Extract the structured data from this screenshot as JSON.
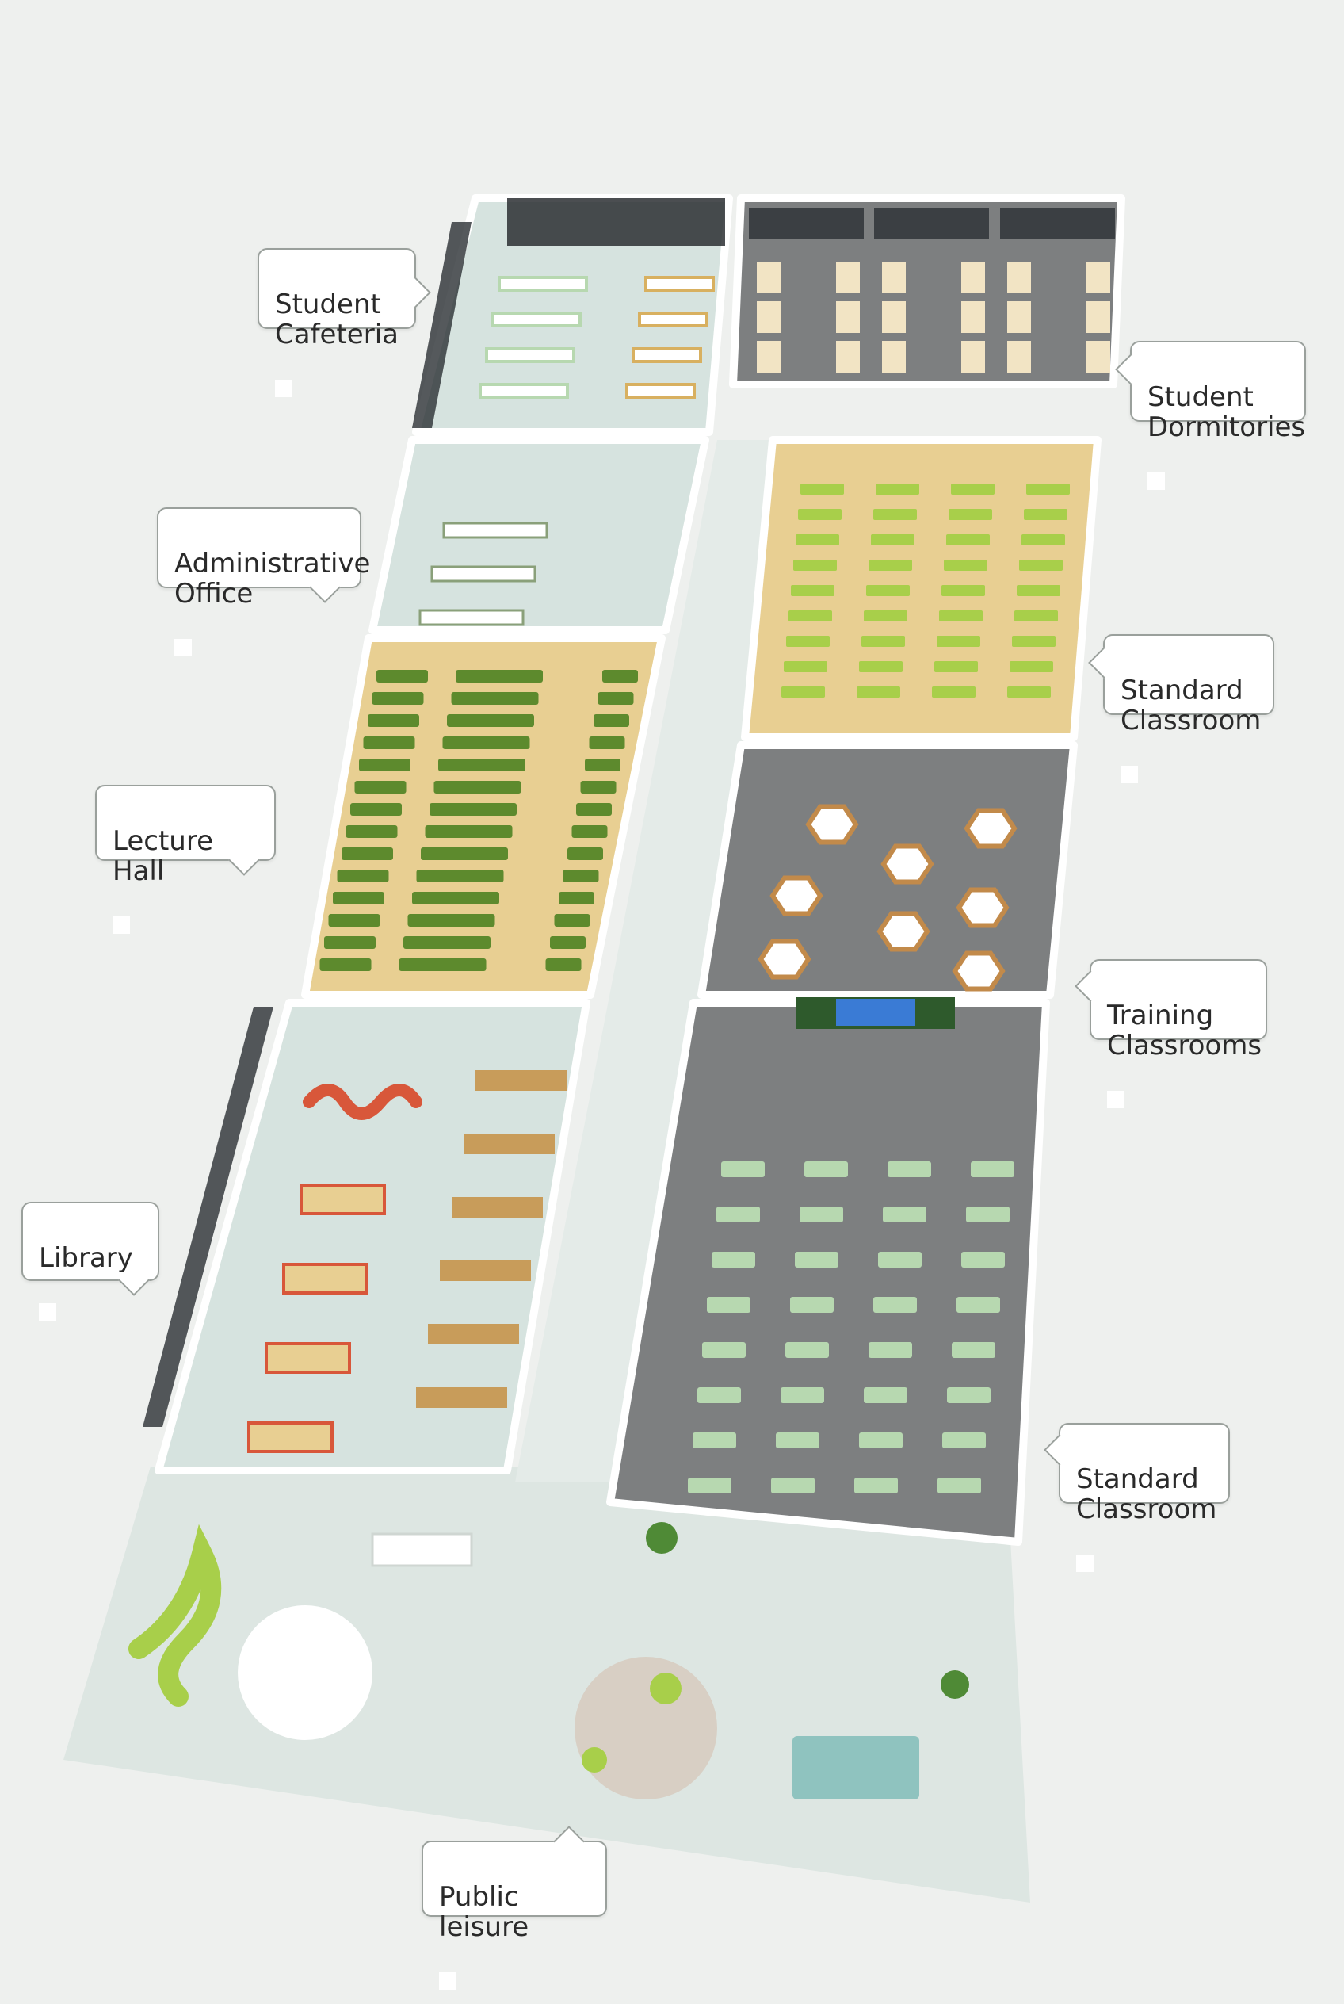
{
  "labels": {
    "student_cafeteria": "Student\nCafeteria",
    "student_dormitories": "Student\nDormitories",
    "administrative_office": "Administrative\nOffice",
    "standard_classroom_top": "Standard\nClassroom",
    "lecture_hall": "Lecture Hall",
    "training_classrooms": "Training\nClassrooms",
    "library": "Library",
    "standard_classroom_bottom": "Standard\nClassroom",
    "public_leisure": "Public leisure"
  },
  "colors": {
    "background": "#eef0ee",
    "wall": "#ffffff",
    "wood_floor": "#e8cf92",
    "grey_floor": "#7d7f80",
    "light_floor": "#d6e3df",
    "corridor": "#e4ebe8",
    "plaza": "#dde6e2",
    "green_seat": "#5d8a2d",
    "lime_seat": "#a8cf4a",
    "mint_desk": "#b7d8b0",
    "orange_chair": "#d8573a",
    "glass": "#2b2f33"
  }
}
